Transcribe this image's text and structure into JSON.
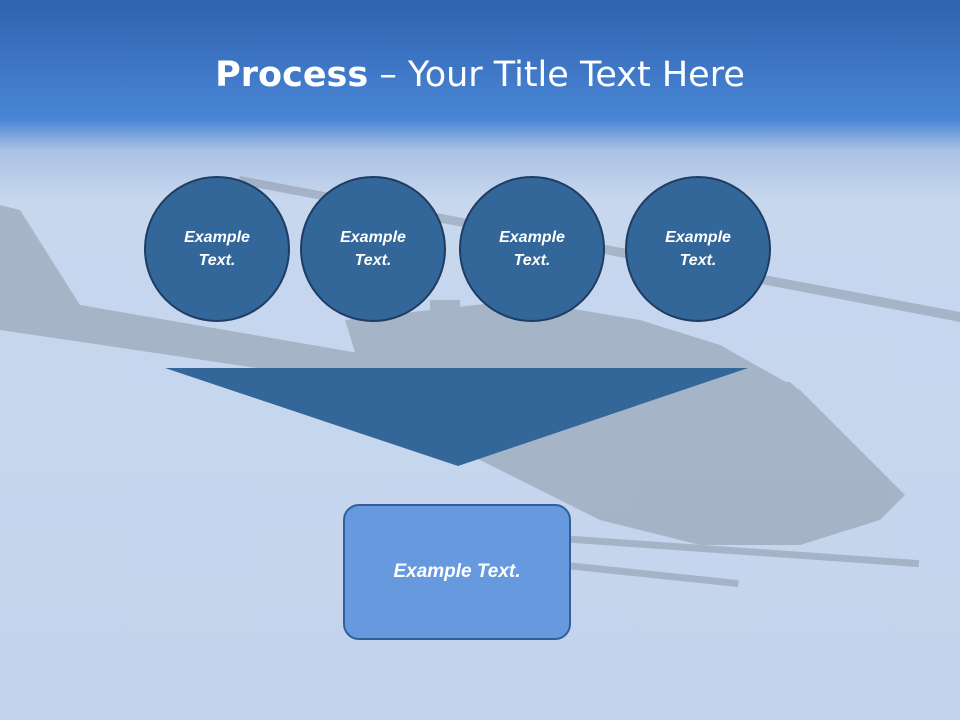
{
  "slide": {
    "title_bold": "Process",
    "title_rest": " – Your Title Text Here",
    "circles": [
      {
        "line1": "Example",
        "line2": "Text."
      },
      {
        "line1": "Example",
        "line2": "Text."
      },
      {
        "line1": "Example",
        "line2": "Text."
      },
      {
        "line1": "Example",
        "line2": "Text."
      }
    ],
    "result_text": "Example Text."
  },
  "colors": {
    "circle_fill": "#336699",
    "circle_border": "#1f3d63",
    "arrow_fill": "#336699",
    "result_fill": "#6699dd",
    "title_text": "#ffffff"
  },
  "background_image": "helicopter-silhouette"
}
